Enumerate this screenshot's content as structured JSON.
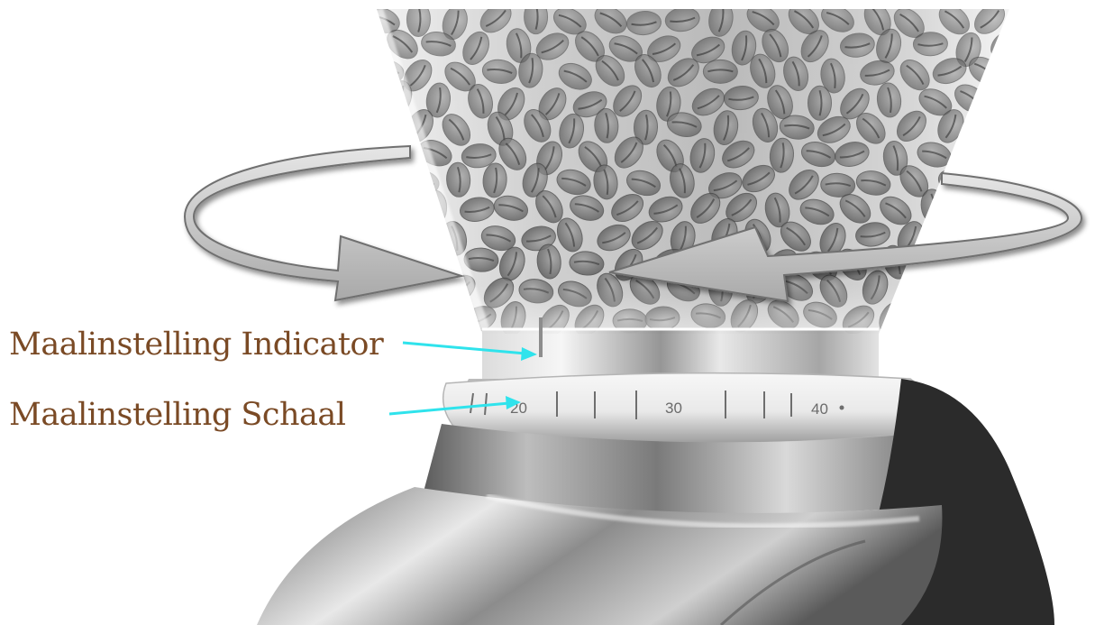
{
  "labels": {
    "indicator": "Maalinstelling Indicator",
    "scale": "Maalinstelling Schaal"
  },
  "dial": {
    "marks": [
      "20",
      "30",
      "40"
    ]
  },
  "colors": {
    "label_text": "#7a4a25",
    "arrow_line": "#2fe3ec",
    "rotation_arrows": "#c9c9c9"
  },
  "icons": {
    "rotate_left": "curved-arrow-left-icon",
    "rotate_right": "curved-arrow-right-icon"
  }
}
